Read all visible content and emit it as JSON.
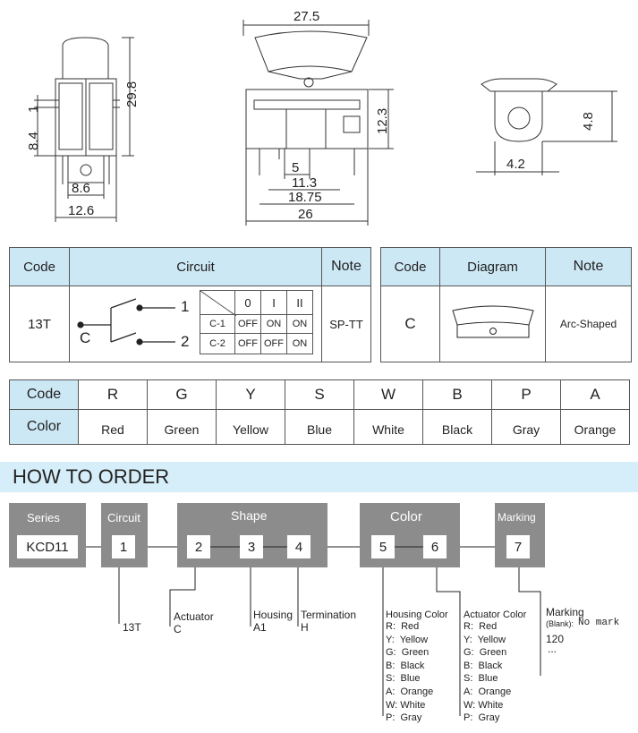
{
  "dims": {
    "d1": "27.5",
    "d2": "29.8",
    "d3": "8.4",
    "d4": "1",
    "d5": "8.6",
    "d6": "12.6",
    "d7": "12.3",
    "d8": "5",
    "d9": "11.3",
    "d10": "18.75",
    "d11": "26",
    "d12": "4.8",
    "d13": "4.2"
  },
  "circuit_table": {
    "headers": {
      "code": "Code",
      "circuit": "Circuit",
      "note": "Note"
    },
    "code": "13T",
    "note": "SP-TT",
    "terminal_c": "C",
    "terminal_1": "1",
    "terminal_2": "2",
    "positions": [
      "0",
      "I",
      "II"
    ],
    "rows": [
      {
        "name": "C-1",
        "cells": [
          "OFF",
          "ON",
          "ON"
        ]
      },
      {
        "name": "C-2",
        "cells": [
          "OFF",
          "OFF",
          "ON"
        ]
      }
    ]
  },
  "diagram_table": {
    "headers": {
      "code": "Code",
      "diagram": "Diagram",
      "note": "Note"
    },
    "code": "C",
    "note": "Arc-Shaped"
  },
  "color_table": {
    "code_label": "Code",
    "color_label": "Color",
    "codes": [
      "R",
      "G",
      "Y",
      "S",
      "W",
      "B",
      "P",
      "A"
    ],
    "colors": [
      "Red",
      "Green",
      "Yellow",
      "Blue",
      "White",
      "Black",
      "Gray",
      "Orange"
    ]
  },
  "how_to_order": {
    "title": "HOW TO ORDER",
    "groups": {
      "series": "Series",
      "circuit": "Circuit",
      "shape": "Shape",
      "color": "Color",
      "marking": "Marking"
    },
    "series_value": "KCD11",
    "nums": [
      "1",
      "2",
      "3",
      "4",
      "5",
      "6",
      "7"
    ],
    "circuit_val": "13T",
    "actuator": {
      "label": "Actuator",
      "value": "C"
    },
    "housing": {
      "label": "Housing",
      "value": "A1"
    },
    "termination": {
      "label": "Termination",
      "value": "H"
    },
    "housing_color": {
      "label": "Housing Color",
      "items": [
        "R:  Red",
        "Y:  Yellow",
        "G:  Green",
        "B:  Black",
        "S:  Blue",
        "A:  Orange",
        "W: White",
        "P:  Gray"
      ]
    },
    "actuator_color": {
      "label": "Actuator Color",
      "items": [
        "R:  Red",
        "Y:  Yellow",
        "G:  Green",
        "B:  Black",
        "S:  Blue",
        "A:  Orange",
        "W: White",
        "P:  Gray"
      ]
    },
    "marking": {
      "label": "Marking",
      "blank": "(Blank):",
      "blank_value": "No mark",
      "v120": "120",
      "more": "..."
    }
  }
}
